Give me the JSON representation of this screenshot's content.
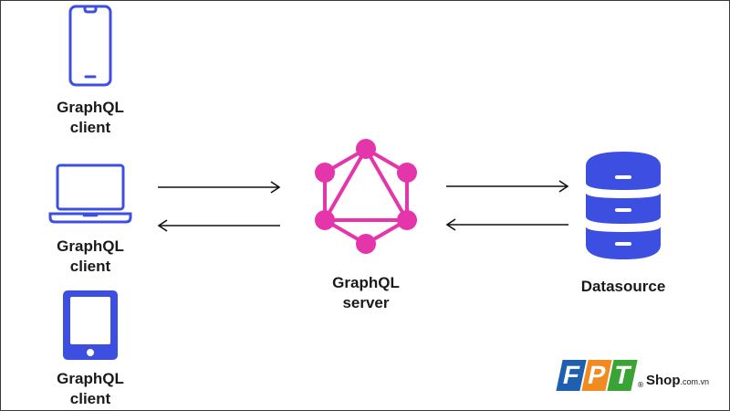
{
  "clients": [
    {
      "label_line1": "GraphQL",
      "label_line2": "client",
      "device": "phone-icon"
    },
    {
      "label_line1": "GraphQL",
      "label_line2": "client",
      "device": "laptop-icon"
    },
    {
      "label_line1": "GraphQL",
      "label_line2": "client",
      "device": "tablet-icon"
    }
  ],
  "server": {
    "label_line1": "GraphQL",
    "label_line2": "server",
    "icon": "graphql-logo-icon"
  },
  "datasource": {
    "label": "Datasource",
    "icon": "database-icon"
  },
  "logo": {
    "letters": [
      "F",
      "P",
      "T"
    ],
    "registered": "®",
    "shop": "Shop",
    "domain": ".com.vn"
  },
  "colors": {
    "device_blue": "#3d4fe0",
    "graphql_pink": "#e535ab",
    "fpt_blue": "#1f5fb0",
    "fpt_orange": "#f18a21",
    "fpt_green": "#3aa335",
    "text": "#1a1a1a",
    "arrow": "#111111"
  }
}
